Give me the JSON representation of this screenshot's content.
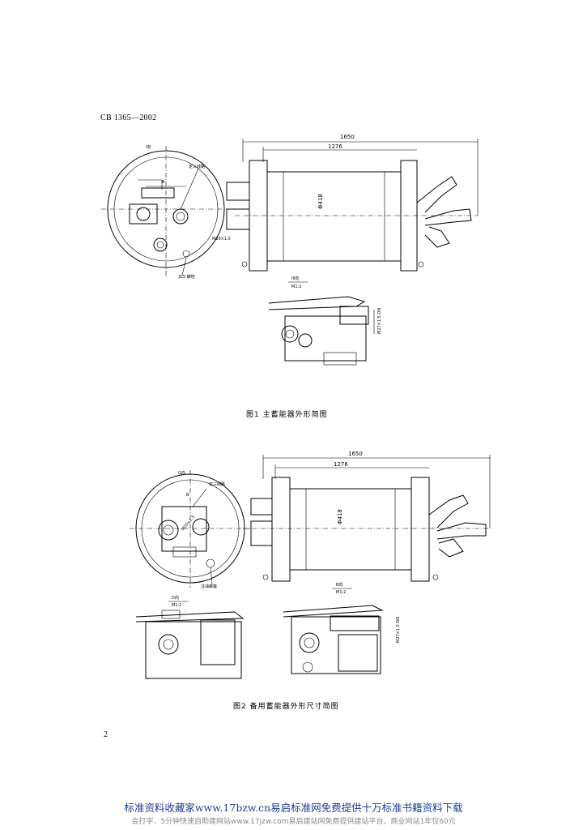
{
  "header": {
    "standard_code": "CB 1365—2002"
  },
  "figure1": {
    "caption": "图1   主蓄能器外形简图",
    "dim_overall": "1650",
    "dim_body": "1276",
    "dim_diameter": "Φ418",
    "view_label": "I向",
    "view_label_b": "B",
    "label_wire": "定三线路",
    "label_thread": "M20×1.5",
    "label_bolt": "3L5 螺栓",
    "section_label": "III向",
    "section_scale": "M1:2",
    "section_dim": "M27×1.5 DN"
  },
  "figure2": {
    "caption": "图2   备用蓄能器外形尺寸简图",
    "dim_overall": "1650",
    "dim_body": "1276",
    "dim_diameter": "Φ418",
    "view_label": "G向",
    "view_label_b": "B",
    "label_wire": "定三线路",
    "label_thread": "M20×1.5",
    "label_bolt": "注油螺塞",
    "section_left_label": "D向",
    "section_left_scale": "M1:2",
    "section_right_label": "B向",
    "section_right_scale": "M1:2",
    "section_dim": "M27×1.5 DN"
  },
  "page_number": "2",
  "footer": {
    "line1": "标准资料收藏家www.17bzw.cn易启标准网免费提供十万标准书籍资料下载",
    "line2": "会打字、5分钟快速自助建网站www.17jzw.com易启建站网免费提供建站平台，商业网站1年仅60元"
  }
}
